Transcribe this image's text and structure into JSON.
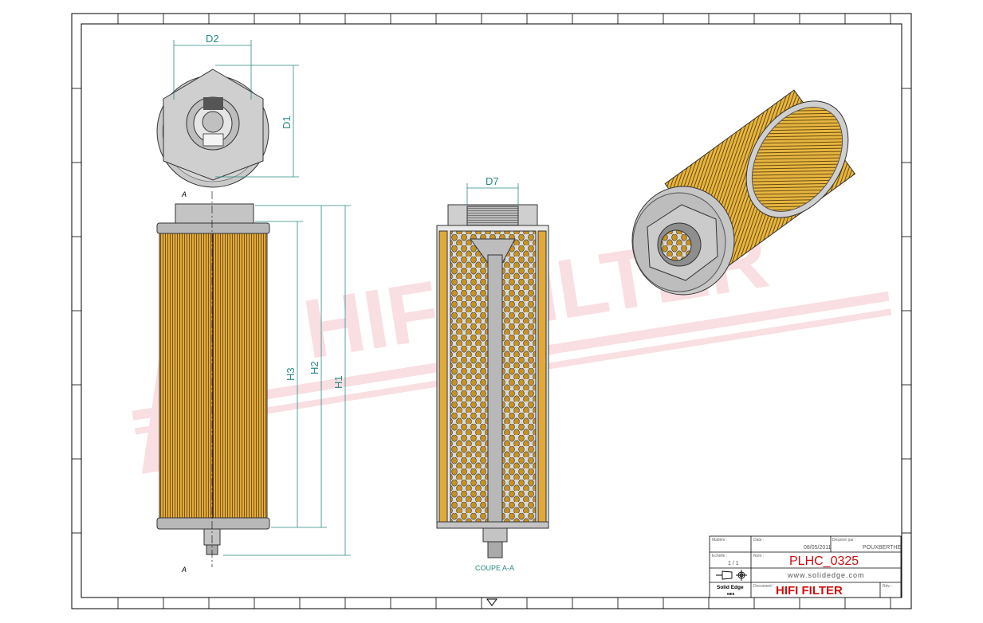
{
  "drawing": {
    "dimensions": {
      "d1": "D1",
      "d2": "D2",
      "d7": "D7",
      "h1": "H1",
      "h2": "H2",
      "h3": "H3"
    },
    "section_marker": "A",
    "section_label": "COUPE A-A",
    "watermark": "HIFI FILTER",
    "watermark_color": "#f2b8c0"
  },
  "title_block": {
    "material_label": "Matière :",
    "date_label": "Date :",
    "date": "08/05/2011",
    "drawn_by_label": "Dessiné par :",
    "drawn_by": "POUXBERTHE",
    "scale_label": "Echelle :",
    "scale": "1 / 1",
    "name_label": "Nom :",
    "name": "PLHC_0325",
    "website": "www.solidedge.com",
    "software": "Solid Edge",
    "software_sub": "ME5",
    "document_label": "Document :",
    "document": "HIFI FILTER",
    "revision_label": "Rév. :",
    "accent_color": "#cc1111"
  }
}
